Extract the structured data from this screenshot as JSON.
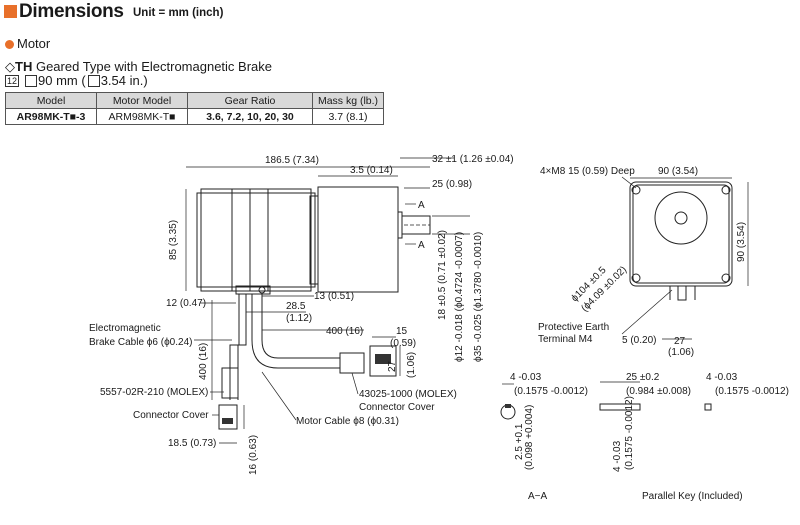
{
  "header": {
    "title": "Dimensions",
    "unit": "Unit = mm (inch)",
    "accent_color": "#e8702a"
  },
  "section": "Motor",
  "type_line": {
    "symbol": "◇",
    "code": "TH",
    "rest": " Geared Type with Electromagnetic Brake"
  },
  "size_line": {
    "number": "12",
    "text": "90 mm (",
    "text2": "3.54 in.)"
  },
  "spec_table": {
    "headers": [
      "Model",
      "Motor Model",
      "Gear Ratio",
      "Mass kg (lb.)"
    ],
    "row": [
      "AR98MK-T■-3",
      "ARM98MK-T■",
      "3.6, 7.2, 10, 20, 30",
      "3.7 (8.1)"
    ]
  },
  "dims": {
    "d186": "186.5 (7.34)",
    "d32": "32 ±1 (1.26 ±0.04)",
    "d35": "3.5 (0.14)",
    "d25": "25 (0.98)",
    "d85": "85 (3.35)",
    "d12": "12 (0.47)",
    "d13": "13 (0.51)",
    "d285": "28.5",
    "d112": "(1.12)",
    "d400h": "400 (16)",
    "d15": "15",
    "d059": "(0.59)",
    "d27": "27",
    "d106": "(1.06)",
    "d400v": "400 (16)",
    "d185": "18.5 (0.73)",
    "d16": "16 (0.63)",
    "d18": "18 ±0.5 (0.71 ±0.02)",
    "dphi12": "ϕ12 -0.018 (ϕ0.4724 -0.0007)",
    "dphi35": "ϕ35 -0.025 (ϕ1.3780 -0.0010)",
    "sec_a": "A",
    "m8": "4×M8 15 (0.59) Deep",
    "d90h": "90 (3.54)",
    "d90v": "90 (3.54)",
    "dphi104": "ϕ104 ±0.5",
    "dphi409": "(ϕ4.09 ±0.02)",
    "d5": "5 (0.20)",
    "d27b": "27",
    "d106b": "(1.06)",
    "key_w1": "4 -0.03",
    "key_w1b": "(0.1575 -0.0012)",
    "key_25": "25 ±0.2",
    "key_984": "(0.984 ±0.008)",
    "key_w3": "4 -0.03",
    "key_w3b": "(0.1575 -0.0012)",
    "key_25v": "2.5 +0.1",
    "key_098": "(0.098 +0.004)",
    "key_4v": "4 -0.03",
    "key_1575v": "(0.1575 -0.0012)"
  },
  "labels": {
    "brake_cable_1": "Electromagnetic",
    "brake_cable_2": "Brake Cable ϕ6 (ϕ0.24)",
    "molex1": "5557-02R-210 (MOLEX)",
    "connector_cover_1": "Connector Cover",
    "molex2": "43025-1000 (MOLEX)",
    "connector_cover_2": "Connector Cover",
    "motor_cable": "Motor Cable ϕ8 (ϕ0.31)",
    "earth_1": "Protective Earth",
    "earth_2": "Terminal M4",
    "aa": "A−A",
    "parallel_key": "Parallel Key (Included)"
  }
}
